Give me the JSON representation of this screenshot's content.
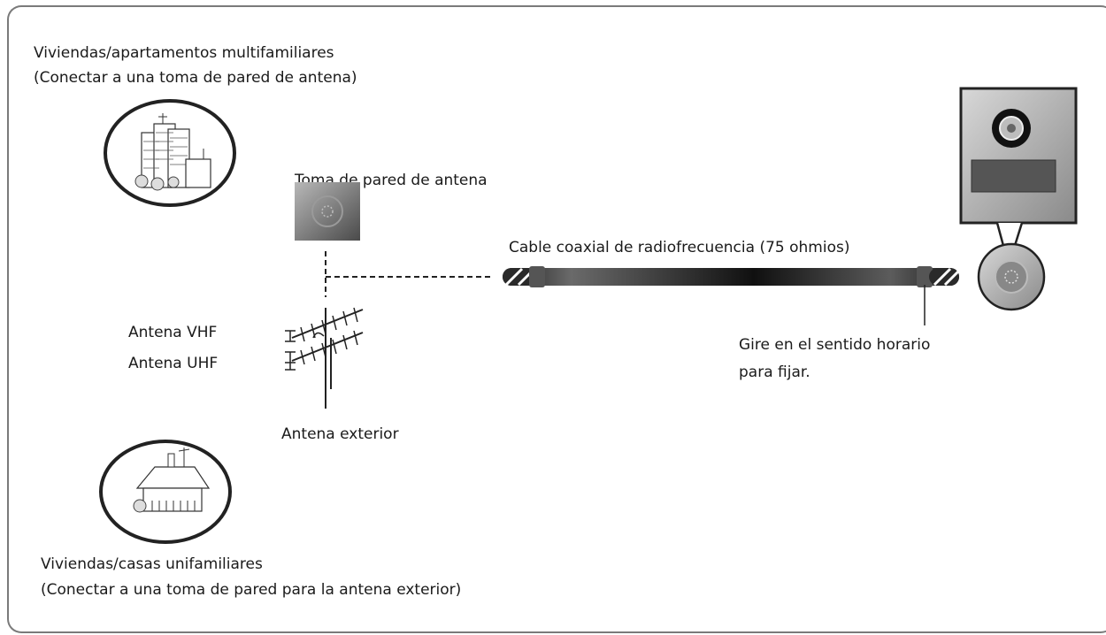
{
  "multi_family": {
    "line1": "Viviendas/apartamentos multifamiliares",
    "line2": "(Conectar a una toma de pared de antena)"
  },
  "wall_jack_label": "Toma de pared de antena",
  "cable_label": "Cable coaxial de radiofrecuencia (75 ohmios)",
  "vhf_label": "Antena VHF",
  "uhf_label": "Antena UHF",
  "outdoor_antenna_label": "Antena exterior",
  "turn_note": {
    "line1": "Gire en el sentido horario",
    "line2": "para fijar."
  },
  "single_family": {
    "line1": "Viviendas/casas unifamiliares",
    "line2": "(Conectar a una toma de pared para la antena exterior)"
  }
}
